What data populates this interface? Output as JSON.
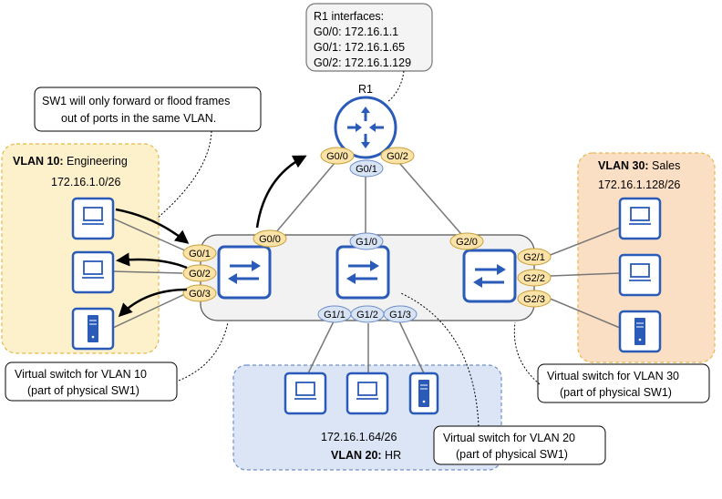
{
  "router": {
    "label": "R1",
    "info_lines": [
      "R1 interfaces:",
      "G0/0: 172.16.1.1",
      "G0/1: 172.16.1.65",
      "G0/2: 172.16.1.129"
    ],
    "ports": [
      "G0/0",
      "G0/1",
      "G0/2"
    ]
  },
  "callout_forward": [
    "SW1 will only forward or flood frames",
    "out of ports in the same VLAN."
  ],
  "switch": {
    "sw10_ports": [
      "G0/1",
      "G0/2",
      "G0/3"
    ],
    "sw10_uplink": "G0/0",
    "sw20_uplink": "G1/0",
    "sw20_ports": [
      "G1/1",
      "G1/2",
      "G1/3"
    ],
    "sw30_uplink": "G2/0",
    "sw30_ports": [
      "G2/1",
      "G2/2",
      "G2/3"
    ]
  },
  "vlan10": {
    "title_bold": "VLAN 10:",
    "title_rest": " Engineering",
    "subnet": "172.16.1.0/26",
    "note": [
      "Virtual switch for VLAN 10",
      "(part of physical SW1)"
    ]
  },
  "vlan20": {
    "title_bold": "VLAN 20:",
    "title_rest": " HR",
    "subnet": "172.16.1.64/26",
    "note": [
      "Virtual switch for VLAN 20",
      "(part of physical SW1)"
    ]
  },
  "vlan30": {
    "title_bold": "VLAN 30:",
    "title_rest": " Sales",
    "subnet": "172.16.1.128/26",
    "note": [
      "Virtual switch for VLAN 30",
      "(part of physical SW1)"
    ]
  },
  "colors": {
    "device_blue": "#2b5bb8",
    "vlan10_fill": "#fdf1cc",
    "vlan10_border": "#e6b84a",
    "vlan20_fill": "#dbe5f5",
    "vlan20_border": "#6f8fc9",
    "vlan30_fill": "#fbdfc4",
    "vlan30_border": "#e6b84a",
    "port_yellow": "#fbe3a8",
    "port_blue": "#d8e3f4"
  },
  "icons": [
    "router-icon",
    "switch-icon",
    "pc-icon",
    "server-icon"
  ]
}
